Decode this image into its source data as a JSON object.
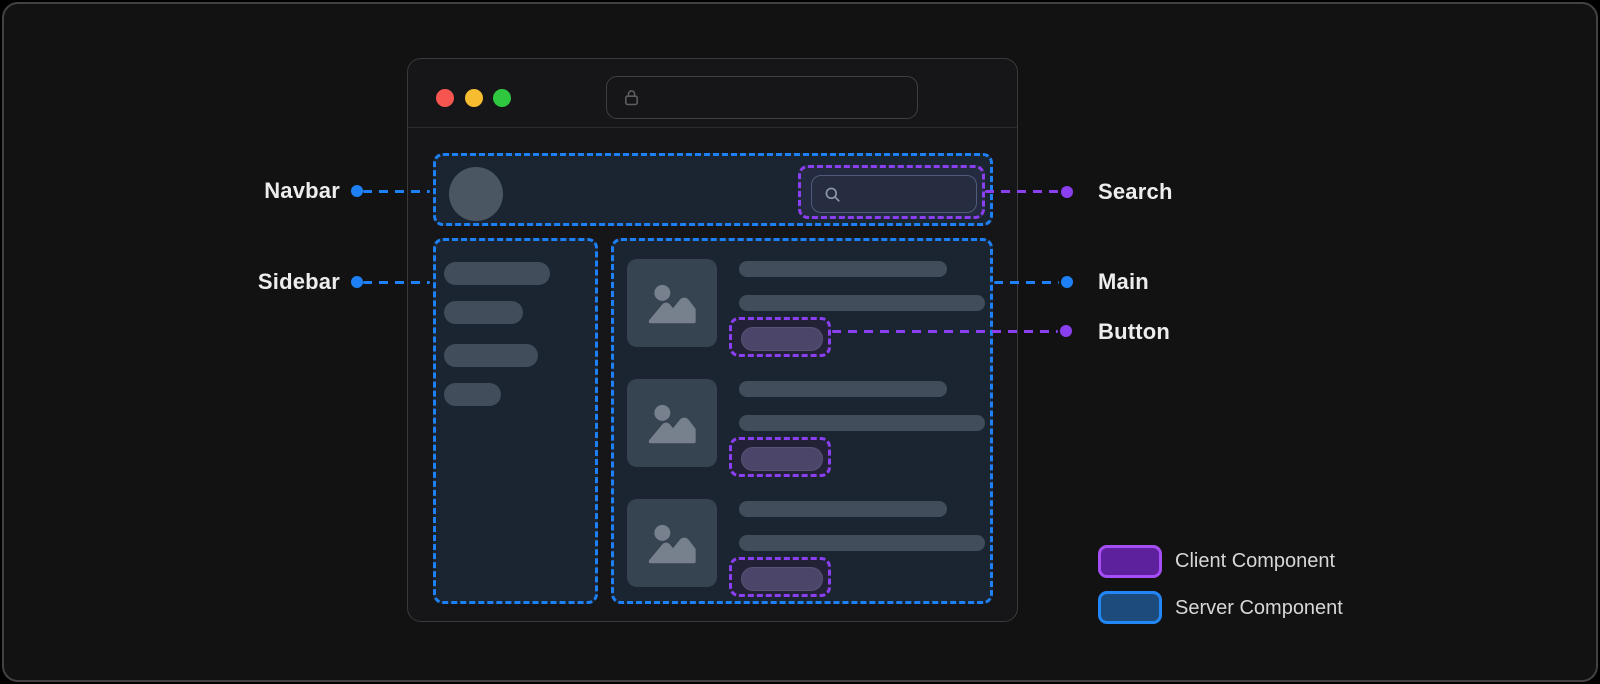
{
  "annotations": {
    "navbar": {
      "label": "Navbar",
      "type": "server"
    },
    "sidebar": {
      "label": "Sidebar",
      "type": "server"
    },
    "search": {
      "label": "Search",
      "type": "client"
    },
    "main": {
      "label": "Main",
      "type": "server"
    },
    "button": {
      "label": "Button",
      "type": "client"
    }
  },
  "legend": {
    "client": {
      "label": "Client Component"
    },
    "server": {
      "label": "Server Component"
    }
  },
  "window": {
    "address_bar_value": "",
    "traffic_lights": [
      "close",
      "minimize",
      "maximize"
    ],
    "icons": [
      "lock-icon",
      "search-icon",
      "image-placeholder-icon"
    ]
  },
  "mockup": {
    "sidebar_skeleton_bars": 4,
    "main_list_rows": 3
  },
  "colors": {
    "server_blue": "#1e80f5",
    "client_purple": "#8a40f0",
    "label_text": "#ededee",
    "legend_text": "#d6d7d8",
    "legend_client_border": "#a64ef5",
    "legend_client_fill": "#5e219e",
    "legend_server_border": "#2286f7",
    "legend_server_fill": "#1d4b7c",
    "traffic_red": "#f6564f",
    "traffic_yellow": "#f7bd30",
    "traffic_green": "#30c740"
  }
}
